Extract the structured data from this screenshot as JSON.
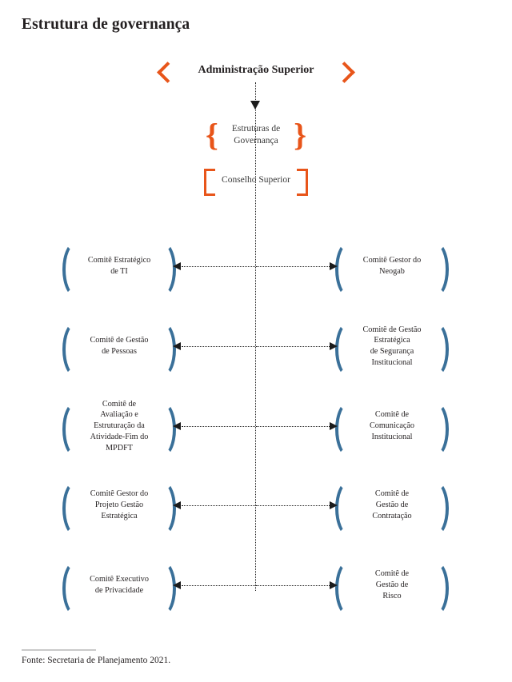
{
  "page": {
    "title": "Estrutura de governança"
  },
  "colors": {
    "accent_orange": "#e8551a",
    "node_blue": "#3a7099",
    "text_dark": "#231f20",
    "connector": "#1b1b1b",
    "rule": "#c9c9c9",
    "background": "#ffffff"
  },
  "hierarchy": {
    "top": {
      "label": "Administração Superior",
      "decoration": "chevrons"
    },
    "governance_structures": {
      "label": "Estruturas de\nGovernança",
      "decoration": "curly-braces"
    },
    "council": {
      "label": "Conselho Superior",
      "decoration": "square-brackets"
    }
  },
  "committees": {
    "decoration": "parentheses",
    "rows": [
      {
        "left": "Comitê Estratégico\nde TI",
        "right": "Comitê Gestor do\nNeogab"
      },
      {
        "left": "Comitê de Gestão\nde Pessoas",
        "right": "Comitê de Gestão\nEstratégica\nde Segurança\nInstitucional"
      },
      {
        "left": "Comitê de\nAvaliação e\nEstruturação da\nAtividade-Fim do\nMPDFT",
        "right": "Comitê de\nComunicação\nInstitucional"
      },
      {
        "left": "Comitê Gestor do\nProjeto Gestão\nEstratégica",
        "right": "Comitê de\nGestão de\nContratação"
      },
      {
        "left": "Comitê Executivo\nde Privacidade",
        "right": "Comitê de\nGestão de\nRisco"
      }
    ]
  },
  "footer": {
    "source": "Fonte: Secretaria de Planejamento 2021."
  }
}
